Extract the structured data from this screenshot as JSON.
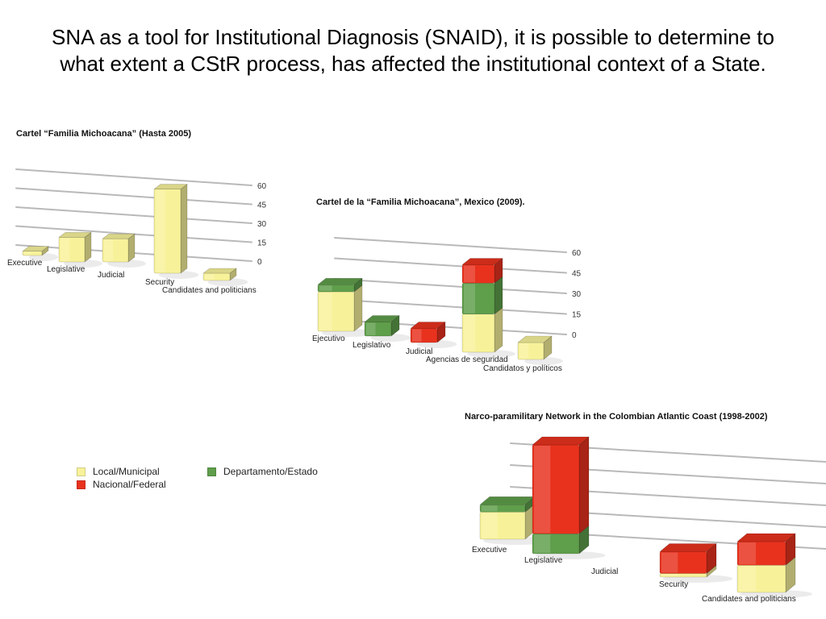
{
  "slide": {
    "title": "SNA as a tool for Institutional Diagnosis (SNAID), it is possible to determine to what extent a CStR process, has affected the institutional context of a State."
  },
  "colors": {
    "local": "#f7f29a",
    "departamento": "#5f9e4b",
    "nacional": "#e8321e"
  },
  "legend": [
    {
      "label": "Local/Municipal",
      "color": "#f7f29a"
    },
    {
      "label": "Departamento/Estado",
      "color": "#5f9e4b"
    },
    {
      "label": "Nacional/Federal",
      "color": "#e8321e"
    }
  ],
  "chart_data": [
    {
      "type": "bar",
      "title": "Cartel “Familia Michoacana” (Hasta 2005)",
      "categories": [
        "Executive",
        "Legislative",
        "Judicial",
        "Security",
        "Candidates and politicians"
      ],
      "yticks": [
        0,
        15,
        30,
        45,
        60
      ],
      "ylim": [
        0,
        60
      ],
      "series": [
        {
          "key": "local",
          "values": [
            3,
            17,
            16,
            58,
            5
          ]
        }
      ]
    },
    {
      "type": "bar",
      "title": "Cartel de la “Familia Michoacana”, Mexico (2009).",
      "categories": [
        "Ejecutivo",
        "Legislativo",
        "Judicial",
        "Agencias de seguridad",
        "Candidatos y políticos"
      ],
      "yticks": [
        0,
        15,
        30,
        45,
        60
      ],
      "ylim": [
        0,
        60
      ],
      "series": [
        {
          "key": "local",
          "values": [
            28,
            0,
            0,
            27,
            12
          ]
        },
        {
          "key": "departamento",
          "values": [
            5,
            10,
            0,
            22,
            0
          ]
        },
        {
          "key": "nacional",
          "values": [
            0,
            0,
            10,
            13,
            0
          ]
        }
      ]
    },
    {
      "type": "bar",
      "title": "Narco-paramilitary Network in the Colombian Atlantic Coast (1998-2002)",
      "categories": [
        "Executive",
        "Legislative",
        "Judicial",
        "Security",
        "Candidates and politicians"
      ],
      "ylim": [
        0,
        60
      ],
      "series": [
        {
          "key": "local",
          "values": [
            15,
            0,
            0,
            2,
            15
          ]
        },
        {
          "key": "departamento",
          "values": [
            4,
            11,
            0,
            0,
            0
          ]
        },
        {
          "key": "nacional",
          "values": [
            0,
            49,
            0,
            12,
            13
          ]
        }
      ]
    }
  ]
}
